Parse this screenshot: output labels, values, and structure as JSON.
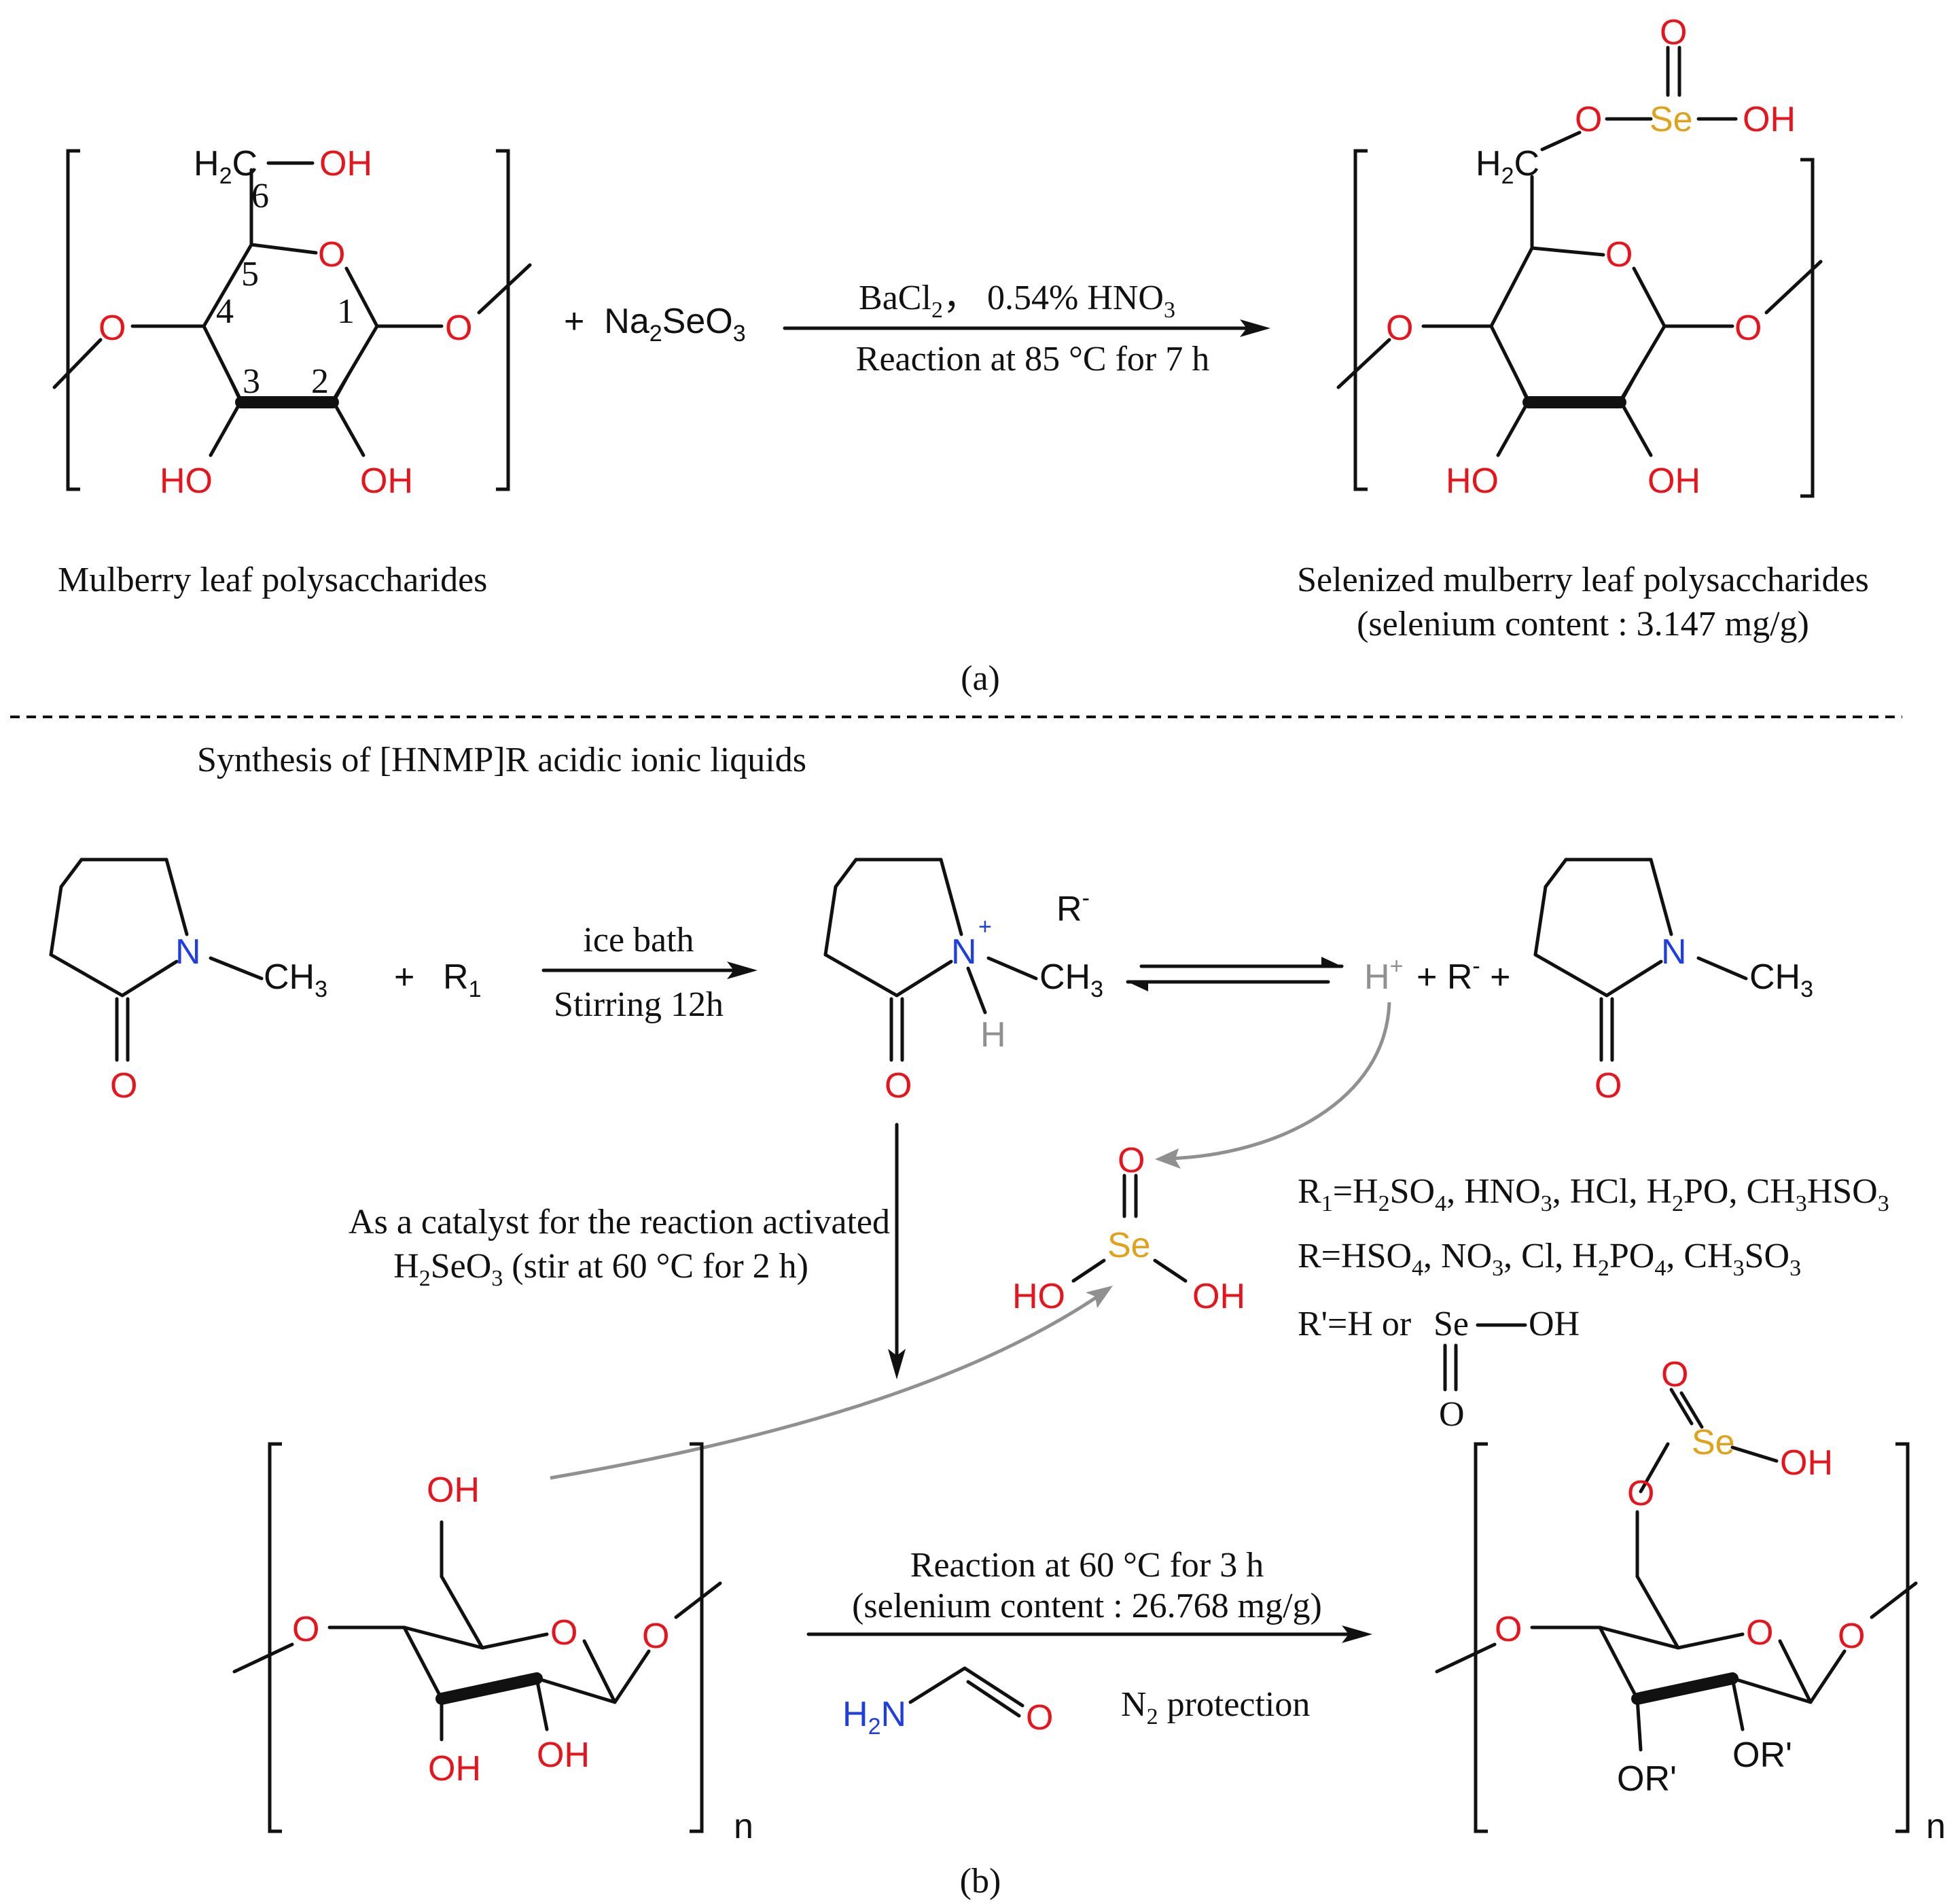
{
  "panel_a": {
    "reactant_label": "Mulberry leaf polysaccharides",
    "plus_reagent": "+ Na2SeO3",
    "conditions_top": "BaCl2， 0.54% HNO3",
    "conditions_bottom": "Reaction at 85 °C for 7 h",
    "product_label": "Selenized mulberry leaf polysaccharides",
    "product_content": "(selenium content : 3.147 mg/g)",
    "ring_numbers": [
      "1",
      "2",
      "3",
      "4",
      "5",
      "6"
    ],
    "caption": "(a)"
  },
  "panel_b": {
    "title": "Synthesis of [HNMP]R acidic ionic liquids",
    "plus1": "+",
    "r1": "R1",
    "step1_top": "ice bath",
    "step1_bottom": "Stirring 12h",
    "r_minus": "R-",
    "equilibrium_rhs": "H+ + R- +",
    "catalyst_line1": "As a catalyst for the reaction activated",
    "catalyst_line2": "H2SeO3 (stir at 60 °C for 2 h)",
    "def_r1": "R1=H2SO4, HNO3, HCl, H2PO, CH3HSO3",
    "def_r": "R=HSO4, NO3, Cl, H2PO4, CH3SO3",
    "def_rprime": "R'=H or",
    "step2_top": "Reaction at 60 °C for 3 h",
    "step2_content": "(selenium content : 26.768 mg/g)",
    "n2_protection": "N2 protection",
    "repeat_n": "n",
    "caption": "(b)"
  },
  "colors": {
    "oxygen": "#e8141c",
    "nitrogen": "#1f3ee0",
    "selenium": "#e0a21b",
    "hydrogen_gray": "#909090",
    "bond": "#111111"
  }
}
